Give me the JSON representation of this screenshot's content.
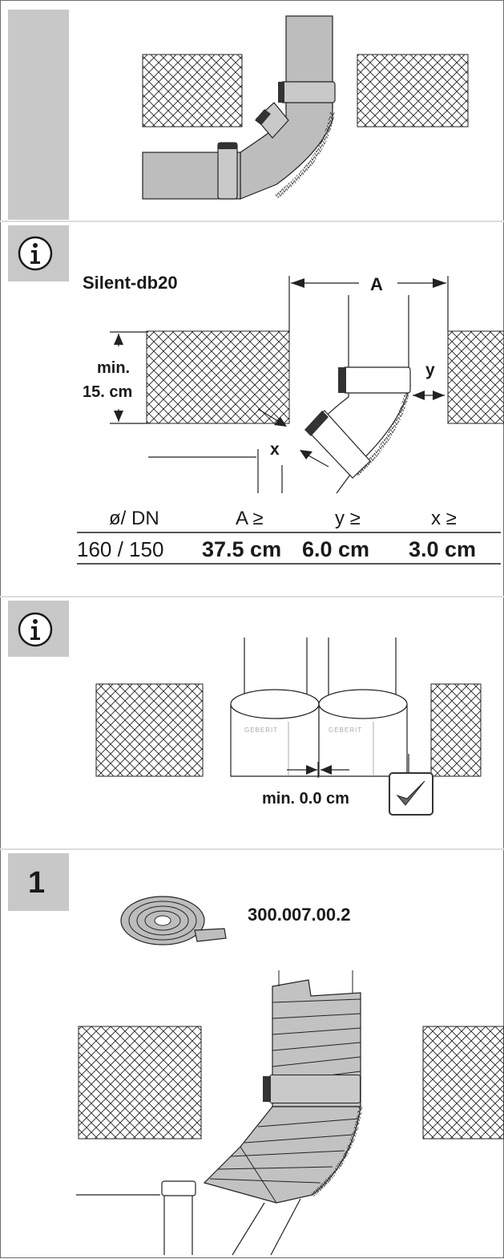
{
  "section2": {
    "product_label": "Silent-db20",
    "dim_a": "A",
    "dim_y": "y",
    "dim_x": "x",
    "min_label_line1": "min.",
    "min_label_line2": "15. cm",
    "table": {
      "headers": [
        "ø/  DN",
        "A ≥",
        "y ≥",
        "x ≥"
      ],
      "row": [
        "160 / 150",
        "37.5 cm",
        "6.0 cm",
        "3.0 cm"
      ]
    }
  },
  "section3": {
    "min_gap_label": "min. 0.0 cm",
    "brand_mark": "GEBERIT"
  },
  "section4": {
    "step_number": "1",
    "article_number": "300.007.00.2"
  },
  "icons": [
    "info-icon",
    "info-icon",
    "checkmark-icon",
    "tape-roll-icon"
  ],
  "colors": {
    "marker_gray": "#c8c8c8",
    "pipe_gray": "#bdbdbd",
    "line": "#1a1a1a",
    "separator": "#dcdcdc"
  }
}
